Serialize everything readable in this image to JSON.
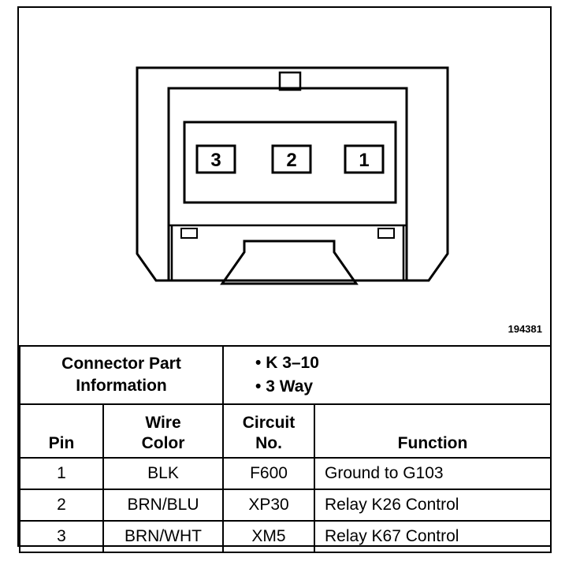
{
  "figure_number": "194381",
  "connector": {
    "pin_labels": [
      "3",
      "2",
      "1"
    ]
  },
  "part_info": {
    "label_line1": "Connector Part",
    "label_line2": "Information",
    "items": [
      "K 3–10",
      "3 Way"
    ]
  },
  "table": {
    "headers": {
      "pin": "Pin",
      "wire_color_line1": "Wire",
      "wire_color_line2": "Color",
      "circuit_line1": "Circuit",
      "circuit_line2": "No.",
      "function": "Function"
    },
    "rows": [
      {
        "pin": "1",
        "wire_color": "BLK",
        "circuit": "F600",
        "function": "Ground to G103"
      },
      {
        "pin": "2",
        "wire_color": "BRN/BLU",
        "circuit": "XP30",
        "function": "Relay K26 Control"
      },
      {
        "pin": "3",
        "wire_color": "BRN/WHT",
        "circuit": "XM5",
        "function": "Relay K67 Control"
      }
    ]
  }
}
